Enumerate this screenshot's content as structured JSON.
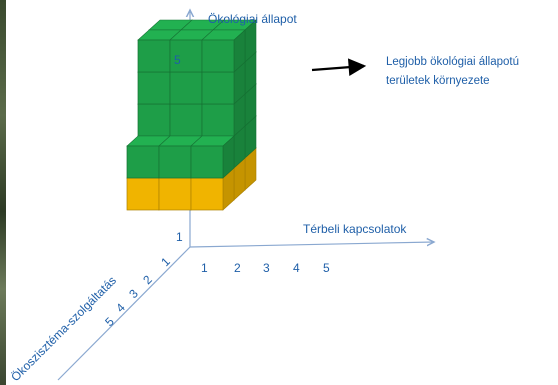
{
  "diagram": {
    "y_axis_label": "Ökológiai állapot",
    "x_axis_label": "Térbeli kapcsolatok",
    "z_axis_label": "Ökoszisztéma-szolgáltatás",
    "x_ticks": [
      "1",
      "2",
      "3",
      "4",
      "5"
    ],
    "y_ticks": [
      "5",
      "1"
    ],
    "z_ticks": [
      "1",
      "2",
      "3",
      "4",
      "5"
    ],
    "annotation_line1": "Legjobb ökológiai állapotú",
    "annotation_line2": "területek környezete",
    "colors": {
      "axis": "#8aa8d0",
      "label": "#1f5fa8",
      "green_cube": "#1e9e48",
      "yellow_cube": "#f0b400",
      "arrow": "#000000"
    }
  }
}
